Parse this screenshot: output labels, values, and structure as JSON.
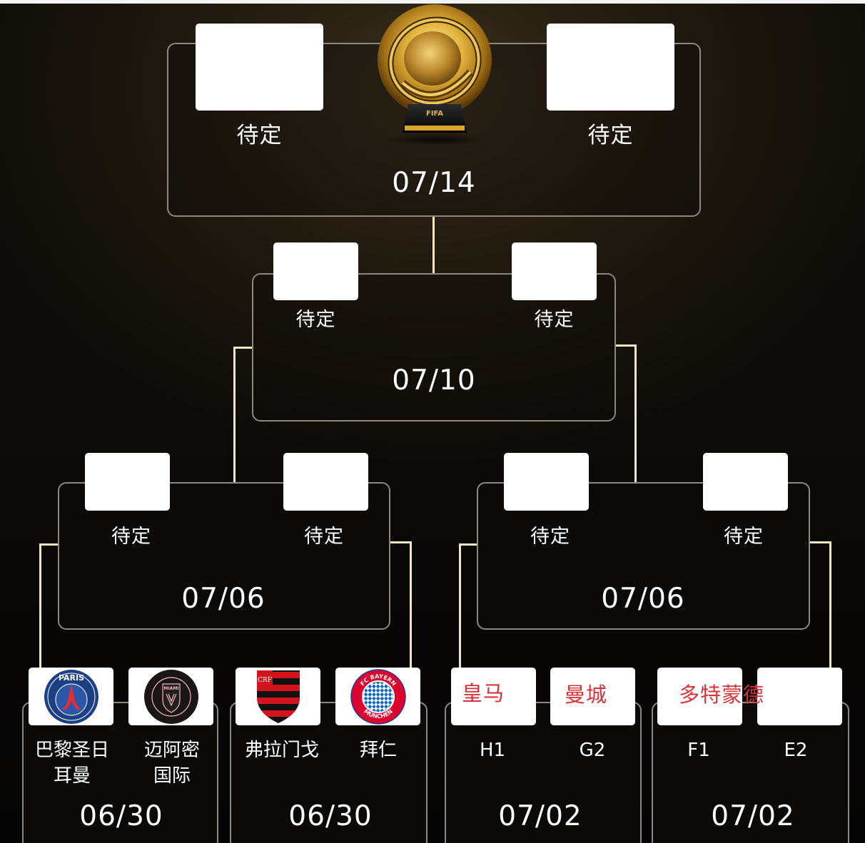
{
  "theme": {
    "background": "#0c0a08",
    "card_border": "#8c8781",
    "connector": "#f2e6c2",
    "placeholder_box": "#ffffff",
    "annotation_red": "#d7333a",
    "trophy_gold": "#d9a52b"
  },
  "trophy": {
    "icon": "trophy-icon",
    "badge_text": "FIFA"
  },
  "final": {
    "date": "07/14",
    "teams": [
      {
        "name": "待定"
      },
      {
        "name": "待定"
      }
    ]
  },
  "semifinal": {
    "date": "07/10",
    "teams": [
      {
        "name": "待定"
      },
      {
        "name": "待定"
      }
    ]
  },
  "quarterfinals": [
    {
      "date": "07/06",
      "teams": [
        {
          "name": "待定"
        },
        {
          "name": "待定"
        }
      ]
    },
    {
      "date": "07/06",
      "teams": [
        {
          "name": "待定"
        },
        {
          "name": "待定"
        }
      ]
    }
  ],
  "round_of_16": [
    {
      "date": "06/30",
      "teams": [
        {
          "name_line1": "巴黎圣日",
          "name_line2": "耳曼",
          "logo": "psg-crest-icon",
          "logo_text": "PARIS"
        },
        {
          "name_line1": "迈阿密",
          "name_line2": "国际",
          "logo": "inter-miami-crest-icon",
          "logo_text": "MIAMI"
        }
      ]
    },
    {
      "date": "06/30",
      "teams": [
        {
          "name_line1": "弗拉门戈",
          "name_line2": "",
          "logo": "flamengo-crest-icon",
          "logo_text": "CRF"
        },
        {
          "name_line1": "拜仁",
          "name_line2": "",
          "logo": "bayern-crest-icon",
          "logo_text": "FC BAYERN MÜNCHEN"
        }
      ]
    },
    {
      "date": "07/02",
      "teams": [
        {
          "name_line1": "H1",
          "name_line2": "",
          "annotation": "皇马"
        },
        {
          "name_line1": "G2",
          "name_line2": "",
          "annotation": "曼城"
        }
      ]
    },
    {
      "date": "07/02",
      "teams": [
        {
          "name_line1": "F1",
          "name_line2": "",
          "annotation": "多特蒙德"
        },
        {
          "name_line1": "E2",
          "name_line2": ""
        }
      ]
    }
  ]
}
